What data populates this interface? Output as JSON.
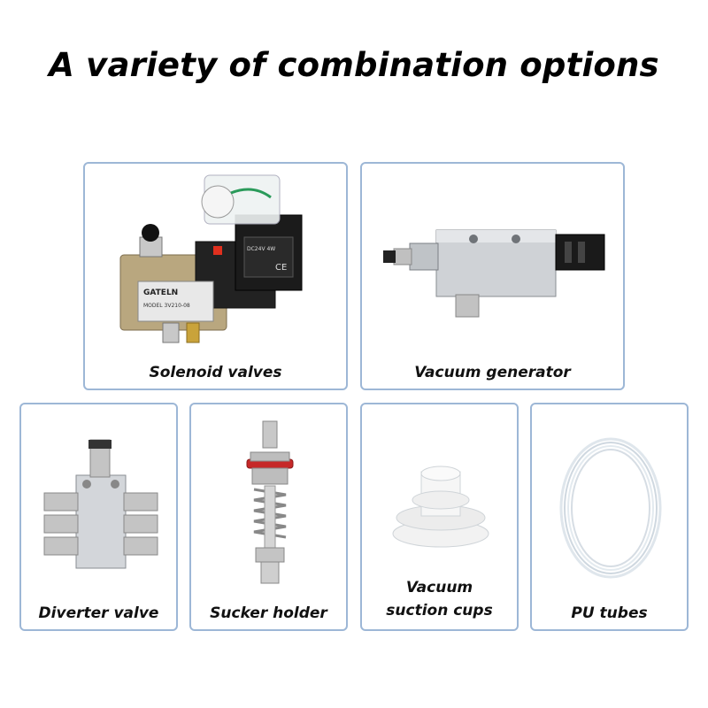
{
  "title": "A variety of combination options",
  "products": [
    {
      "label": "Solenoid valves",
      "printed": {
        "brand": "GATELN",
        "model": "MODEL 3V210-08",
        "coil": "DC24V 4W",
        "mark": "CE"
      }
    },
    {
      "label": "Vacuum generator"
    },
    {
      "label": "Diverter valve"
    },
    {
      "label": "Sucker holder"
    },
    {
      "label_line1": "Vacuum",
      "label_line2": "suction cups"
    },
    {
      "label": "PU tubes"
    }
  ],
  "colors": {
    "card_border": "#9db7d6",
    "text": "#000000"
  }
}
